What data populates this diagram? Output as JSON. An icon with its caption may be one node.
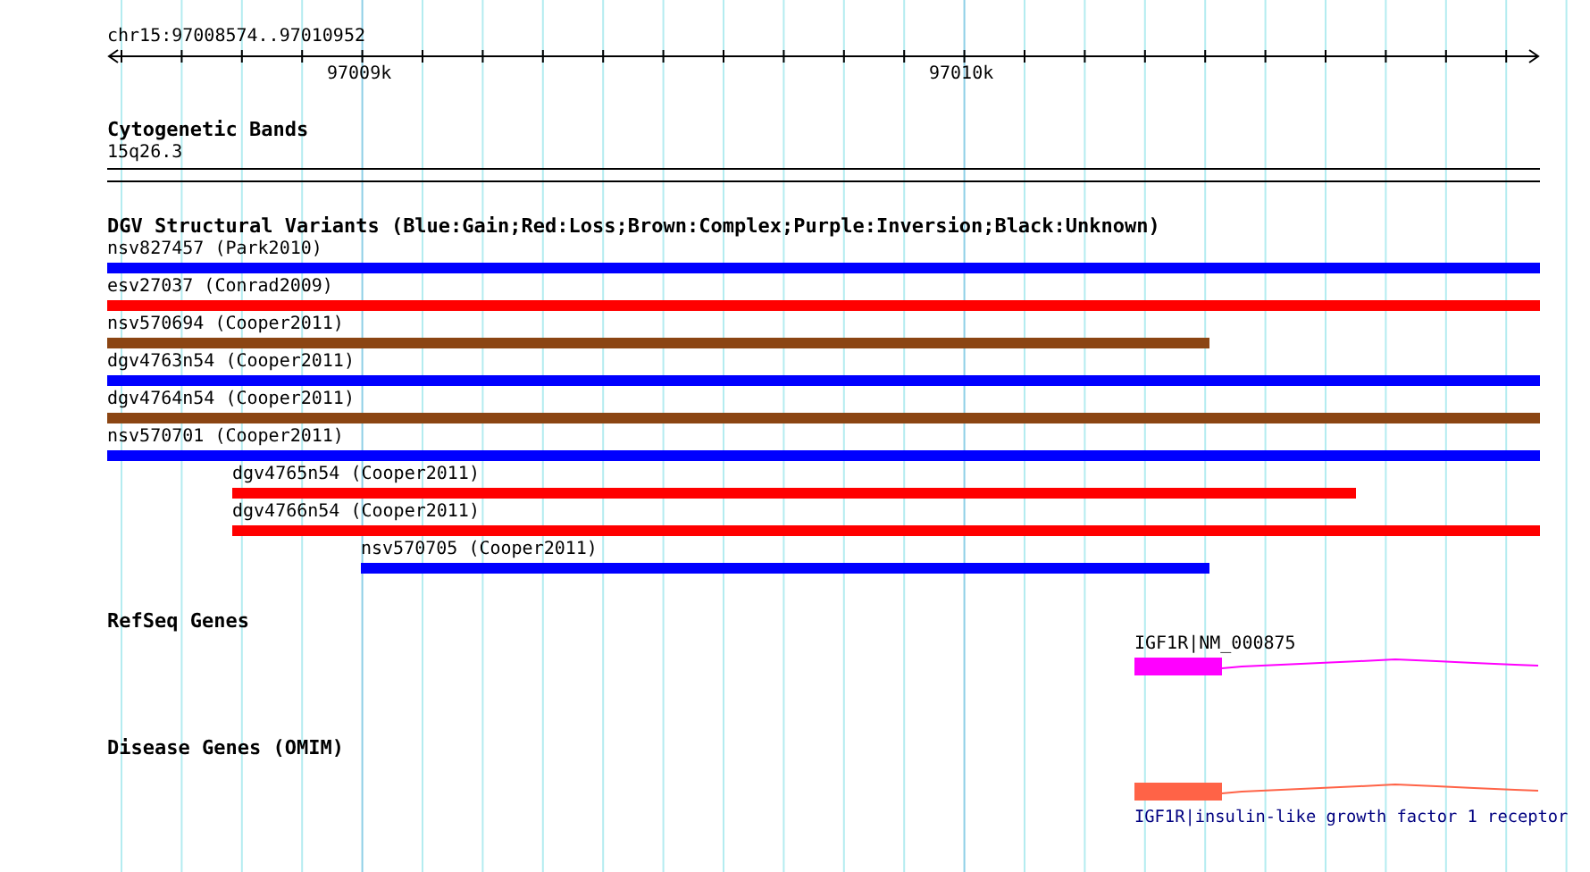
{
  "diagram": {
    "title": "chr15:97008574..97010952",
    "nodes": [
      {
        "text": [
          "nsv827457 (Park2010)"
        ]
      },
      {
        "text": [
          "esv27037 (Conrad2009)"
        ]
      },
      {
        "text": [
          "nsv570694 (Cooper2011)"
        ]
      },
      {
        "text": [
          "dgv4763n54 (Cooper2011)"
        ]
      },
      {
        "text": [
          "dgv4764n54 (Cooper2011)"
        ]
      },
      {
        "text": [
          "nsv570701 (Cooper2011)"
        ]
      },
      {
        "text": [
          "dgv4765n54 (Cooper2011)"
        ]
      },
      {
        "text": [
          "dgv4766n54 (Cooper2011)"
        ]
      },
      {
        "text": [
          "nsv570705 (Cooper2011)"
        ]
      },
      {
        "text": [
          "IGF1R|NM_000875"
        ]
      },
      {
        "text": [
          "IGF1R|insulin-like growth factor 1 receptor"
        ]
      }
    ],
    "labels": [
      "97009k",
      "97010k",
      "Cytogenetic Bands",
      "15q26.3",
      "DGV Structural Variants (Blue:Gain;Red:Loss;Brown:Complex;Purple:Inversion;Black:Unknown)",
      "RefSeq Genes",
      "Disease Genes (OMIM)"
    ]
  }
}
